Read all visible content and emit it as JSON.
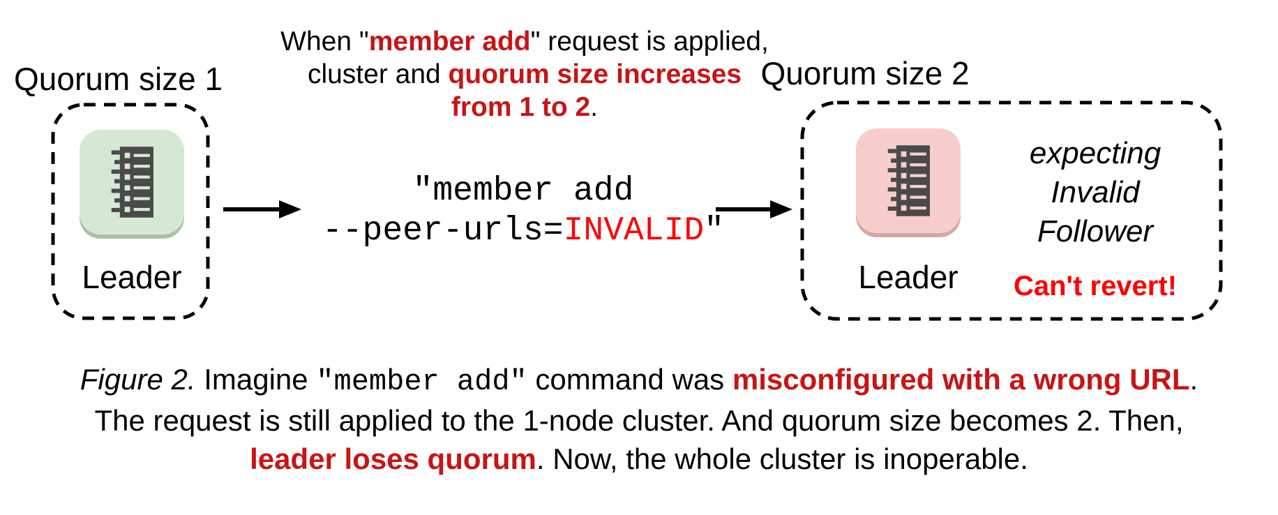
{
  "colors": {
    "red_dark": "#C81414",
    "red_bright": "#FF0000",
    "tile_green": "#D5E8D4",
    "tile_green_shadow": "#AFBFA5",
    "tile_pink": "#F8CECC",
    "tile_pink_shadow": "#D3A8A6",
    "icon_dark": "#4A4A4A",
    "outline": "#000000"
  },
  "icons": {
    "left_node": "server-icon",
    "right_node": "server-icon",
    "flow_left": "arrow-right-icon",
    "flow_right": "arrow-right-icon"
  },
  "left_cluster": {
    "title": "Quorum size 1",
    "node_label": "Leader"
  },
  "right_cluster": {
    "title": "Quorum size 2",
    "node_label": "Leader",
    "note_line1": "expecting",
    "note_line2": "Invalid",
    "note_line3": "Follower",
    "warning": "Can't revert!"
  },
  "annotation": {
    "line1_pre": "When \"",
    "line1_em": "member add",
    "line1_post": "\" request is applied,",
    "line2_pre": "cluster and ",
    "line2_em": "quorum size increases",
    "line3_em": "from 1 to 2",
    "line3_post": "."
  },
  "command": {
    "line1": "\"member add",
    "line2_pre": "--peer-urls=",
    "line2_em": "INVALID",
    "line2_post": "\""
  },
  "caption": {
    "fig_label": "Figure 2.",
    "l1_a": " Imagine ",
    "l1_code": "\"member add\"",
    "l1_b": " command was ",
    "l1_em": "misconfigured with a wrong URL",
    "l1_c": ".",
    "l2": "The request is still applied to the 1-node cluster. And quorum size becomes 2. Then,",
    "l3_em": "leader loses quorum",
    "l3_a": ". Now, the whole cluster is inoperable."
  }
}
